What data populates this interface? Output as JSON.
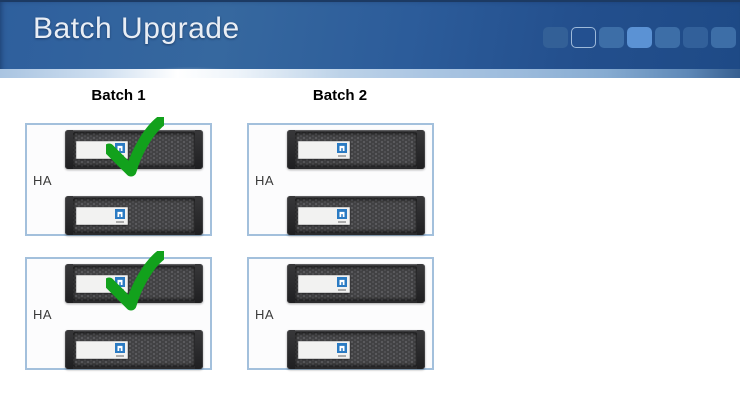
{
  "header": {
    "title": "Batch Upgrade",
    "colors": {
      "bar_light": "#36689f",
      "bar_dark": "#1e4a86",
      "top_line": "#1c3a63",
      "band_highlight": "#ffffff",
      "band_blue": "#a9c4e1"
    },
    "decor_squares": [
      {
        "fill": "#336097",
        "outlined": false,
        "border": ""
      },
      {
        "fill": "#235090",
        "outlined": true,
        "border": "#9db9d9"
      },
      {
        "fill": "#3d6ea7",
        "outlined": false,
        "border": ""
      },
      {
        "fill": "#5b92d4",
        "outlined": false,
        "border": ""
      },
      {
        "fill": "#3d6ea7",
        "outlined": false,
        "border": ""
      },
      {
        "fill": "#32609a",
        "outlined": false,
        "border": ""
      },
      {
        "fill": "#3d6ea7",
        "outlined": false,
        "border": ""
      }
    ]
  },
  "content": {
    "batches": [
      {
        "label": "Batch 1",
        "pairs": [
          {
            "ha_label": "HA",
            "checked": true,
            "units": 2
          },
          {
            "ha_label": "HA",
            "checked": true,
            "units": 2
          }
        ]
      },
      {
        "label": "Batch 2",
        "pairs": [
          {
            "ha_label": "HA",
            "checked": false,
            "units": 2
          },
          {
            "ha_label": "HA",
            "checked": false,
            "units": 2
          }
        ]
      }
    ],
    "colors": {
      "box_border": "#a3c0dc",
      "box_bg": "#fcfcfd",
      "check_green": "#12a11c",
      "unit_frame": "#2e2e30",
      "unit_mesh": "#424244",
      "logo_blue": "#2b7bc3"
    }
  }
}
